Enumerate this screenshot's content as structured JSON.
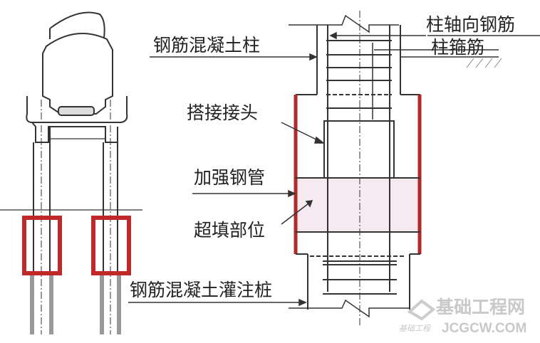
{
  "labels": {
    "column_axial_rebar": "柱轴向钢筋",
    "column_stirrup": "柱箍筋",
    "rc_column": "钢筋混凝土柱",
    "lap_joint": "搭接接头",
    "reinforcing_steel_pipe": "加强钢管",
    "overfill_zone": "超填部位",
    "rc_bored_pile": "钢筋混凝土灌注桩"
  },
  "watermark": {
    "name": "基础工程网",
    "url": "JCGCW.COM",
    "small": "基础工程"
  },
  "colors": {
    "casing": "#b02a2a",
    "overfill": "#f6eaf0",
    "line": "#333333"
  }
}
